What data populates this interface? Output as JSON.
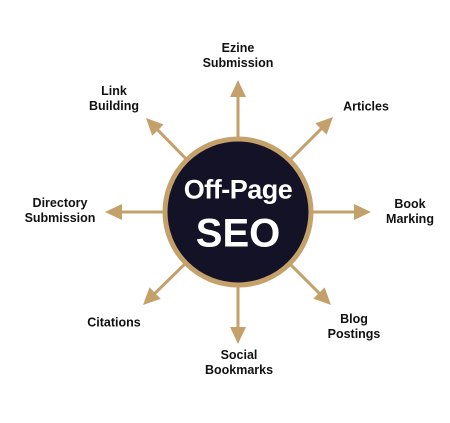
{
  "center": {
    "line1": "Off-Page",
    "line2": "SEO"
  },
  "nodes": [
    {
      "id": "ezine",
      "label": "Ezine\nSubmission"
    },
    {
      "id": "articles",
      "label": "Articles"
    },
    {
      "id": "book-marking",
      "label": "Book\nMarking"
    },
    {
      "id": "blog-postings",
      "label": "Blog\nPostings"
    },
    {
      "id": "social-bookmarks",
      "label": "Social\nBookmarks"
    },
    {
      "id": "citations",
      "label": "Citations"
    },
    {
      "id": "directory-submission",
      "label": "Directory\nSubmission"
    },
    {
      "id": "link-building",
      "label": "Link\nBuilding"
    }
  ],
  "colors": {
    "arrow": "#c4a06b",
    "circle_fill": "#141226",
    "circle_ring": "#c4a06b",
    "text": "#111111"
  }
}
